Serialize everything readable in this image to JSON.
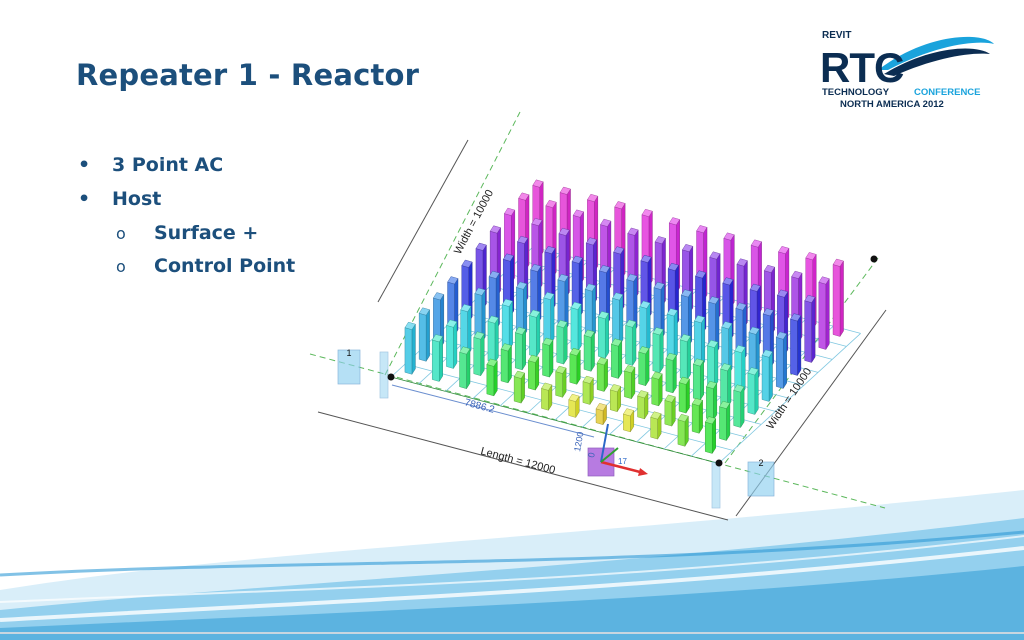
{
  "slide": {
    "title": "Repeater 1 - Reactor",
    "bullets": [
      {
        "level": 1,
        "marker": "•",
        "text": "3 Point AC"
      },
      {
        "level": 1,
        "marker": "•",
        "text": "Host"
      },
      {
        "level": 2,
        "marker": "o",
        "text": "Surface +"
      },
      {
        "level": 2,
        "marker": "o",
        "text": "Control Point"
      }
    ]
  },
  "logo": {
    "line1": "REVIT",
    "line2": "RTC",
    "line3a": "TECHNOLOGY",
    "line3b": "CONFERENCE",
    "line4": "NORTH AMERICA 2012",
    "colors": {
      "dark": "#0b2d52",
      "accent": "#1aa3dc"
    }
  },
  "model": {
    "dimensions": {
      "width_left": "Width = 10000",
      "width_right": "Width = 10000",
      "length": "Length = 12000",
      "inner": "7886.2",
      "offset": "1200",
      "offset_side": "0",
      "marker_1": "1",
      "marker_2": "2",
      "marker_17": "17"
    }
  },
  "colors": {
    "title": "#1c4f7c",
    "text": "#1c4f7c",
    "wave_light": "#cfeaf7",
    "wave_mid": "#7cc6ea",
    "wave_dark": "#2e9ad6"
  }
}
